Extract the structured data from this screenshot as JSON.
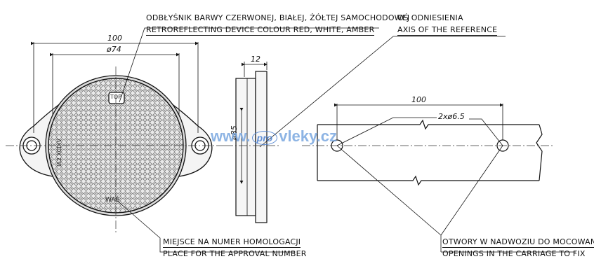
{
  "labels": {
    "device_pl": "ODBŁYŚNIK BARWY CZERWONEJ, BIAŁEJ, ŻÓŁTEJ SAMOCHODOWEJ",
    "device_en": "RETROREFLECTING DEVICE COLOUR RED, WHITE, AMBER",
    "axis_pl": "OŚ ODNIESIENIA",
    "axis_en": "AXIS OF THE REFERENCE",
    "approval_pl": "MIEJSCE NA NUMER HOMOLOGACJI",
    "approval_en": "PLACE FOR THE APPROVAL NUMBER",
    "openings_pl": "OTWORY W NADWOZIU DO MOCOWANIA",
    "openings_en": "OPENINGS IN THE CARRIAGE TO FIX"
  },
  "dimensions": {
    "width_total": "100",
    "diameter": "ø74",
    "thickness": "12",
    "height": "ø85",
    "hole_spacing": "100",
    "holes": "2xø6.5"
  },
  "marks": {
    "top": "TOP",
    "was": "WAŚ",
    "side_text": "IA2 XCDIV"
  },
  "watermark": {
    "left": "www.",
    "pro": "pro",
    "right": "vleky.cz"
  }
}
